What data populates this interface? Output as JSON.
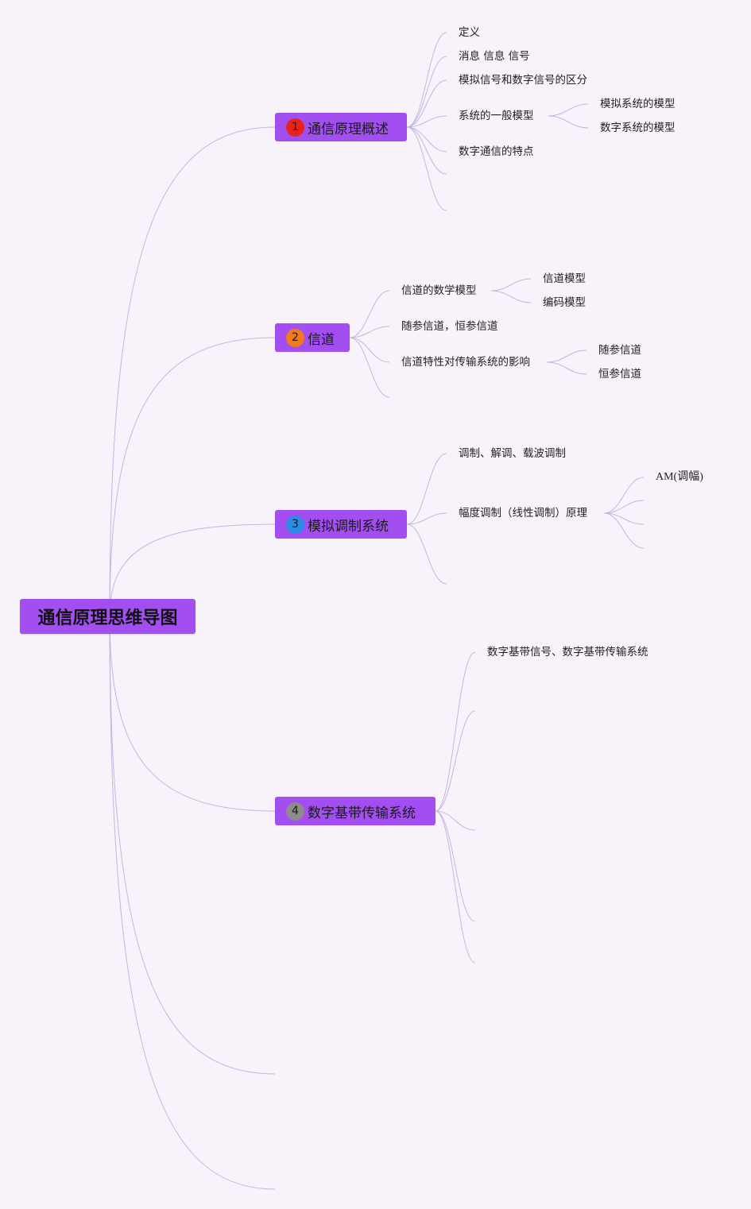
{
  "root": {
    "label": "通信原理思维导图"
  },
  "topics": [
    {
      "label": "通信原理概述",
      "badge": "1",
      "badge_color": "#e8231b",
      "children": [
        {
          "label": "定义"
        },
        {
          "label": "消息 信息 信号"
        },
        {
          "label": "模拟信号和数字信号的区分"
        },
        {
          "label": "系统的一般模型",
          "children": [
            {
              "label": "模拟系统的模型"
            },
            {
              "label": "数字系统的模型"
            }
          ]
        },
        {
          "label": "数字通信的特点"
        }
      ]
    },
    {
      "label": "信道",
      "badge": "2",
      "badge_color": "#f07a1c",
      "children": [
        {
          "label": "信道的数学模型",
          "children": [
            {
              "label": "信道模型"
            },
            {
              "label": "编码模型"
            }
          ]
        },
        {
          "label": "随参信道，恒参信道"
        },
        {
          "label": "信道特性对传输系统的影响",
          "children": [
            {
              "label": "随参信道"
            },
            {
              "label": "恒参信道"
            }
          ]
        }
      ]
    },
    {
      "label": "模拟调制系统",
      "badge": "3",
      "badge_color": "#2a8de8",
      "children": [
        {
          "label": "调制、解调、载波调制"
        },
        {
          "label": "幅度调制（线性调制）原理",
          "children": [
            {
              "label": "AM(调幅)"
            }
          ]
        }
      ]
    },
    {
      "label": "数字基带传输系统",
      "badge": "4",
      "badge_color": "#8c8c8c",
      "children": [
        {
          "label": "数字基带信号、数字基带传输系统"
        }
      ]
    }
  ],
  "colors": {
    "background": "#f8f3fa",
    "node_fill": "#a24ef0",
    "connector": "#c9b2e3"
  }
}
